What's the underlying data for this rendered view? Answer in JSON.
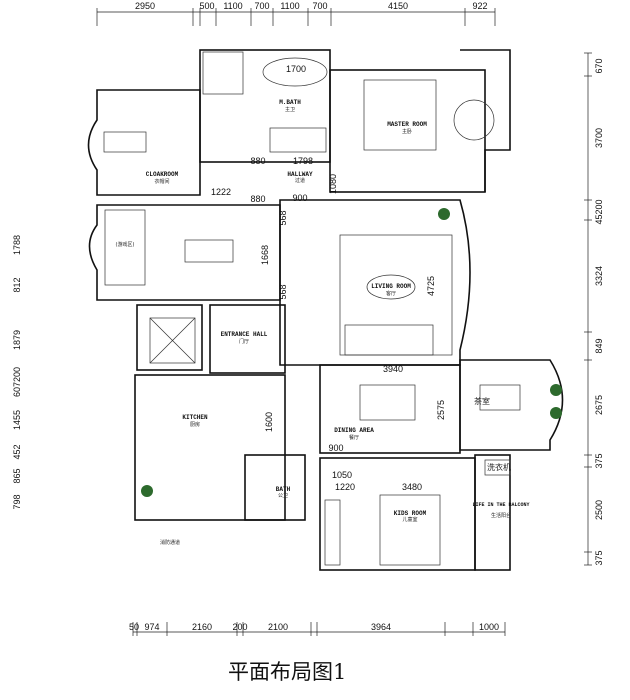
{
  "title": "平面布局图1",
  "dims_top": [
    "2950",
    "500",
    "1100",
    "700",
    "1100",
    "700",
    "4150",
    "922"
  ],
  "dims_bottom": [
    "50",
    "974",
    "2160",
    "200",
    "2100",
    "3964",
    "1000"
  ],
  "dims_right": [
    "670",
    "3700",
    "45200",
    "3324",
    "849",
    "2675",
    "375",
    "2500",
    "375"
  ],
  "dims_left": [
    "1788",
    "812",
    "1879",
    "607200",
    "1455",
    "452",
    "865",
    "798"
  ],
  "inner_dims": {
    "tub": "1700",
    "bath_door": "880",
    "vanity": "1798",
    "hall_h": "1080",
    "cloak_w": "1222",
    "door_880": "880",
    "door_900": "900",
    "study_568a": "568",
    "study_1668": "1668",
    "study_568b": "568",
    "living_h": "4725",
    "living_w": "3940",
    "dining_h": "2575",
    "kitchen_h": "1600",
    "dining_door": "900",
    "kids_1050": "1050",
    "kids_1220": "1220",
    "kids_w": "3480"
  },
  "rooms": {
    "m_bath": {
      "en": "M.BATH",
      "cn": "主卫"
    },
    "master": {
      "en": "MASTER ROOM",
      "cn": "主卧"
    },
    "cloak": {
      "en": "CLOAKROOM",
      "cn": "衣帽间"
    },
    "hallway": {
      "en": "HALLWAY",
      "cn": "过道"
    },
    "living": {
      "en": "LIVING ROOM",
      "cn": "客厅"
    },
    "entrance": {
      "en": "ENTRANCE HALL",
      "cn": "门厅"
    },
    "kitchen": {
      "en": "KITCHEN",
      "cn": "厨房"
    },
    "dining": {
      "en": "DINING AREA",
      "cn": "餐厅"
    },
    "tea": {
      "cn": "茶室"
    },
    "bath": {
      "en": "BATH",
      "cn": "公卫"
    },
    "kids": {
      "en": "KIDS ROOM",
      "cn": "儿童室"
    },
    "balcony": {
      "en": "LIFE IN THE BALCONY",
      "cn": "生活阳台"
    },
    "washer": {
      "cn": "洗衣机"
    },
    "fire": {
      "cn": "消防通道"
    },
    "study_play": {
      "cn": "(游戏区)"
    }
  }
}
